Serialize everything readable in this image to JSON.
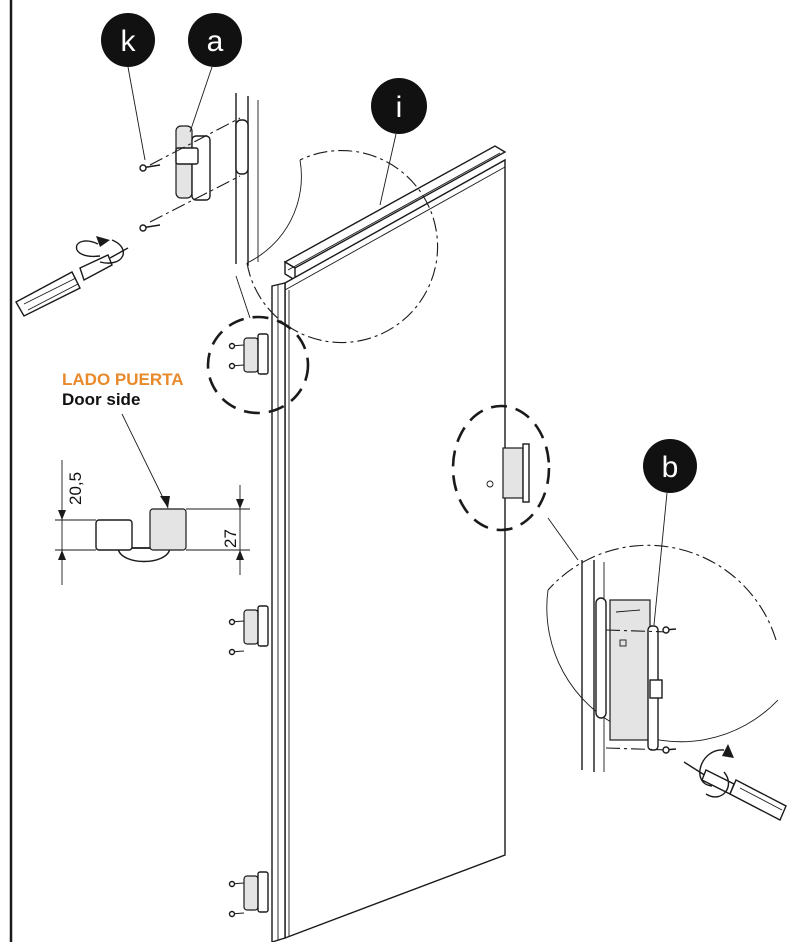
{
  "badges": {
    "k": "k",
    "a": "a",
    "i": "i",
    "b": "b"
  },
  "labels": {
    "door_side_es": "LADO PUERTA",
    "door_side_en": "Door side"
  },
  "dimensions": {
    "d1": "20,5",
    "d2": "27"
  },
  "colors": {
    "accent_orange": "#e8892b",
    "ink": "#1a1a1a"
  }
}
